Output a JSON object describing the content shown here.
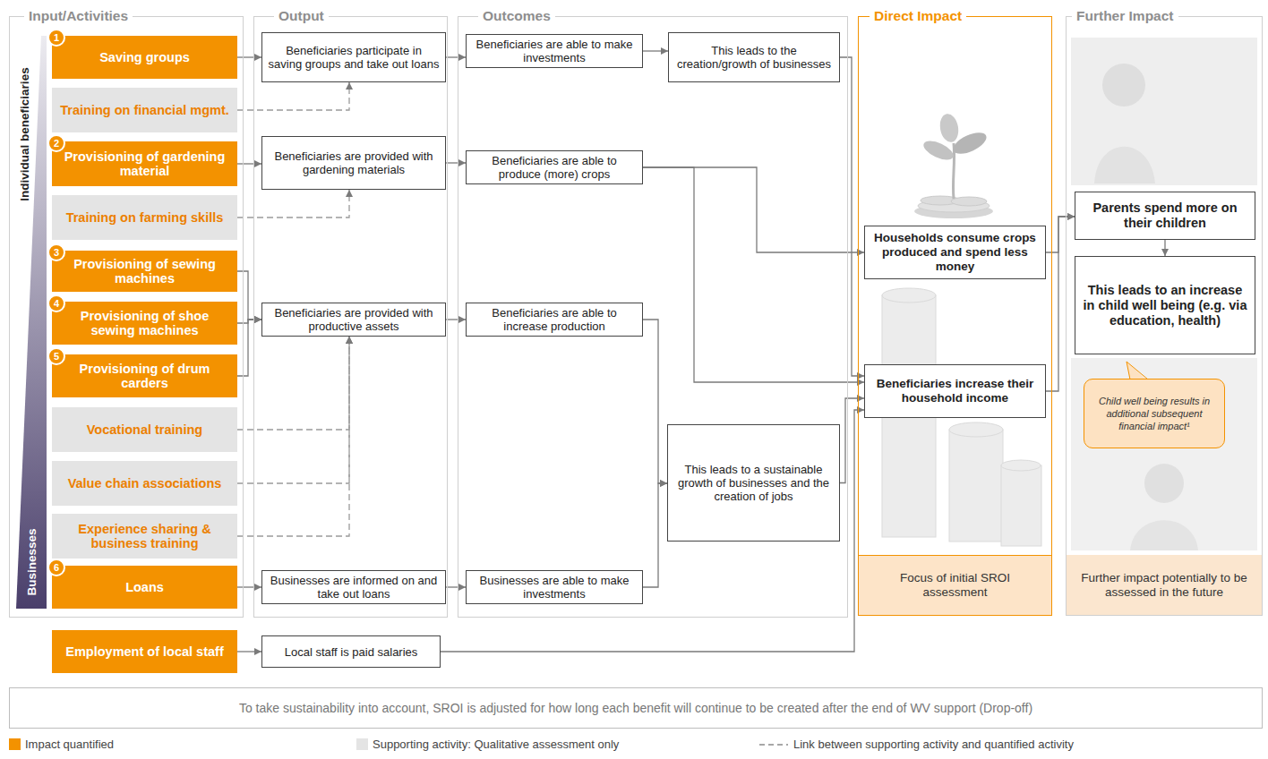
{
  "diagram": {
    "nodes": [
      {
        "text": [
          "Input/Activities"
        ]
      },
      {
        "text": [
          "Saving groups"
        ],
        "in": 0
      },
      {
        "text": [
          "Training on financial mgmt."
        ],
        "in": 0
      },
      {
        "text": [
          "Provisioning of gardening material"
        ],
        "in": 0
      },
      {
        "text": [
          "Training on farming skills"
        ],
        "in": 0
      },
      {
        "text": [
          "Provisioning of sewing machines"
        ],
        "in": 0
      },
      {
        "text": [
          "Provisioning of shoe sewing machines"
        ],
        "in": 0
      },
      {
        "text": [
          "Provisioning of drum carders"
        ],
        "in": 0
      },
      {
        "text": [
          "Vocational training"
        ],
        "in": 0
      },
      {
        "text": [
          "Value chain associations"
        ],
        "in": 0
      },
      {
        "text": [
          "Experience sharing & business training"
        ],
        "in": 0
      },
      {
        "text": [
          "Loans"
        ],
        "in": 0
      },
      {
        "text": [
          "Output"
        ]
      },
      {
        "text": [
          "Beneficiaries participate in saving groups and take out loans"
        ],
        "in": 12
      },
      {
        "text": [
          "Beneficiaries are provided with gardening materials"
        ],
        "in": 12
      },
      {
        "text": [
          "Beneficiaries are provided with productive assets"
        ],
        "in": 12
      },
      {
        "text": [
          "Businesses are informed on and take out loans"
        ],
        "in": 12
      },
      {
        "text": [
          "Outcomes"
        ]
      },
      {
        "text": [
          "Beneficiaries are able to make investments"
        ],
        "in": 17
      },
      {
        "text": [
          "This leads to the creation/growth of businesses"
        ],
        "in": 17
      },
      {
        "text": [
          "Beneficiaries are able to produce (more) crops"
        ],
        "in": 17
      },
      {
        "text": [
          "Beneficiaries are able to increase production"
        ],
        "in": 17
      },
      {
        "text": [
          "This leads to a sustainable growth of businesses and the creation of jobs"
        ],
        "in": 17
      },
      {
        "text": [
          "Businesses are able to make investments"
        ],
        "in": 17
      },
      {
        "text": [
          "Direct Impact"
        ]
      },
      {
        "text": [
          "Households consume crops produced and spend less money"
        ],
        "in": 24
      },
      {
        "text": [
          "Beneficiaries increase their household income"
        ],
        "in": 24
      },
      {
        "text": [
          "Focus of initial SROI assessment"
        ],
        "in": 24
      },
      {
        "text": [
          "Further Impact"
        ]
      },
      {
        "text": [
          "Parents spend more on their children"
        ],
        "in": 28
      },
      {
        "text": [
          "This leads to an increase in child well being (e.g. via education, health)"
        ],
        "in": 28
      },
      {
        "text": [
          "Child well being results in additional subsequent financial impact¹"
        ],
        "in": 28
      },
      {
        "text": [
          "Further impact potentially to be assessed in the future"
        ],
        "in": 28
      },
      {
        "text": [
          "Employment of local staff"
        ]
      },
      {
        "text": [
          "Local staff is paid salaries"
        ]
      },
      {
        "text": [
          "To take sustainability into account, SROI is adjusted for how long each benefit will continue to be created after the end of WV support (Drop-off)"
        ]
      }
    ],
    "edges": [
      {
        "from": 1,
        "to": 13,
        "arrow": "to"
      },
      {
        "from": 2,
        "to": 13,
        "arrow": "to"
      },
      {
        "from": 13,
        "to": 18,
        "arrow": "to"
      },
      {
        "from": 18,
        "to": 19,
        "arrow": "to"
      },
      {
        "from": 19,
        "to": 26,
        "arrow": "to"
      },
      {
        "from": 3,
        "to": 14,
        "arrow": "to"
      },
      {
        "from": 4,
        "to": 14,
        "arrow": "to"
      },
      {
        "from": 14,
        "to": 20,
        "arrow": "to"
      },
      {
        "from": 20,
        "to": 25,
        "arrow": "to"
      },
      {
        "from": 20,
        "to": 26,
        "arrow": "to"
      },
      {
        "from": 5,
        "to": 15,
        "arrow": "to"
      },
      {
        "from": 6,
        "to": 15,
        "arrow": "to"
      },
      {
        "from": 7,
        "to": 15,
        "arrow": "to"
      },
      {
        "from": 8,
        "to": 15,
        "arrow": "to"
      },
      {
        "from": 9,
        "to": 15,
        "arrow": "to"
      },
      {
        "from": 10,
        "to": 15,
        "arrow": "to"
      },
      {
        "from": 15,
        "to": 21,
        "arrow": "to"
      },
      {
        "from": 21,
        "to": 22,
        "arrow": "to"
      },
      {
        "from": 23,
        "to": 22,
        "arrow": "to"
      },
      {
        "from": 11,
        "to": 16,
        "arrow": "to"
      },
      {
        "from": 16,
        "to": 23,
        "arrow": "to"
      },
      {
        "from": 22,
        "to": 26,
        "arrow": "to"
      },
      {
        "from": 33,
        "to": 34,
        "arrow": "to"
      },
      {
        "from": 34,
        "to": 26,
        "arrow": "to"
      },
      {
        "from": 25,
        "to": 29,
        "arrow": "to"
      },
      {
        "from": 26,
        "to": 29,
        "arrow": "to"
      },
      {
        "from": 29,
        "to": 30,
        "arrow": "to"
      }
    ],
    "labels": [
      "Individual beneficiaries",
      "Businesses",
      "1",
      "2",
      "3",
      "4",
      "5",
      "6"
    ],
    "legend": [
      {
        "text": "Impact quantified",
        "color": "#f39200"
      },
      {
        "text": "Supporting activity: Qualitative assessment only",
        "color": "#e4e4e4"
      },
      {
        "text": "Link between supporting activity and quantified activity"
      }
    ]
  }
}
